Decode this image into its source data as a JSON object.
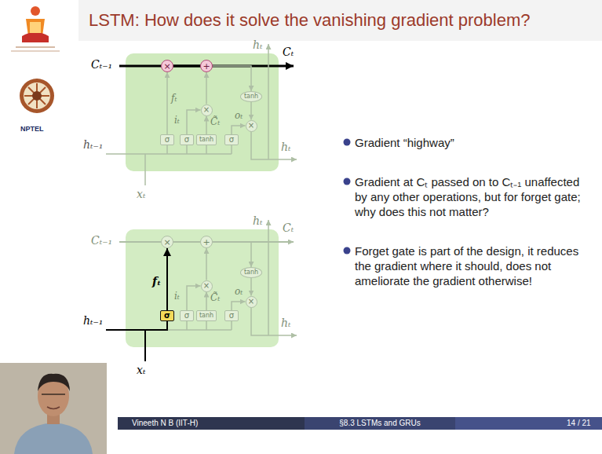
{
  "diagram": {
    "title": "LSTM: How does it solve the vanishing gradient problem?",
    "nodes": [
      {
        "text": [
          "×"
        ]
      },
      {
        "text": [
          "+"
        ]
      },
      {
        "text": [
          "σ"
        ]
      },
      {
        "text": [
          "σ"
        ]
      },
      {
        "text": [
          "tanh"
        ]
      },
      {
        "text": [
          "σ"
        ]
      },
      {
        "text": [
          "×"
        ]
      },
      {
        "text": [
          "tanh"
        ]
      },
      {
        "text": [
          "×"
        ]
      },
      {
        "text": [
          "×"
        ]
      },
      {
        "text": [
          "+"
        ]
      },
      {
        "text": [
          "σ"
        ]
      },
      {
        "text": [
          "σ"
        ]
      },
      {
        "text": [
          "tanh"
        ]
      },
      {
        "text": [
          "σ"
        ]
      },
      {
        "text": [
          "×"
        ]
      },
      {
        "text": [
          "tanh"
        ]
      },
      {
        "text": [
          "×"
        ]
      }
    ],
    "edges": [
      {
        "from": 0,
        "to": 1,
        "arrow": "none"
      },
      {
        "from": 2,
        "to": 0,
        "arrow": "to",
        "label": "fₜ"
      },
      {
        "from": 3,
        "to": 6,
        "arrow": "to",
        "label": "iₜ"
      },
      {
        "from": 4,
        "to": 6,
        "arrow": "to",
        "label": "C̃ₜ"
      },
      {
        "from": 6,
        "to": 1,
        "arrow": "to"
      },
      {
        "from": 5,
        "to": 8,
        "arrow": "to",
        "label": "oₜ"
      },
      {
        "from": 1,
        "to": 7,
        "arrow": "to"
      },
      {
        "from": 7,
        "to": 8,
        "arrow": "to"
      },
      {
        "from": 9,
        "to": 10,
        "arrow": "none"
      },
      {
        "from": 11,
        "to": 9,
        "arrow": "to",
        "label": "fₜ"
      },
      {
        "from": 12,
        "to": 15,
        "arrow": "to",
        "label": "iₜ"
      },
      {
        "from": 13,
        "to": 15,
        "arrow": "to",
        "label": "C̃ₜ"
      },
      {
        "from": 15,
        "to": 10,
        "arrow": "to"
      },
      {
        "from": 14,
        "to": 17,
        "arrow": "to",
        "label": "oₜ"
      },
      {
        "from": 10,
        "to": 16,
        "arrow": "to"
      },
      {
        "from": 16,
        "to": 17,
        "arrow": "to"
      }
    ],
    "labels": [
      "NPTEL",
      "Cₜ₋₁",
      "Cₜ",
      "hₜ",
      "hₜ₋₁",
      "hₜ",
      "xₜ",
      "Cₜ₋₁",
      "Cₜ",
      "hₜ",
      "hₜ₋₁",
      "hₜ",
      "xₜ",
      "Gradient “highway”",
      "Gradient at Cₜ passed on to Cₜ₋₁ unaffected by any other operations, but for forget gate; why does this not matter?",
      "Forget gate is part of the design, it reduces the gradient where it should, does not ameliorate the gradient otherwise!",
      "Vineeth N B (IIT-H)",
      "§8.3 LSTMs and GRUs",
      "14 / 21"
    ]
  }
}
